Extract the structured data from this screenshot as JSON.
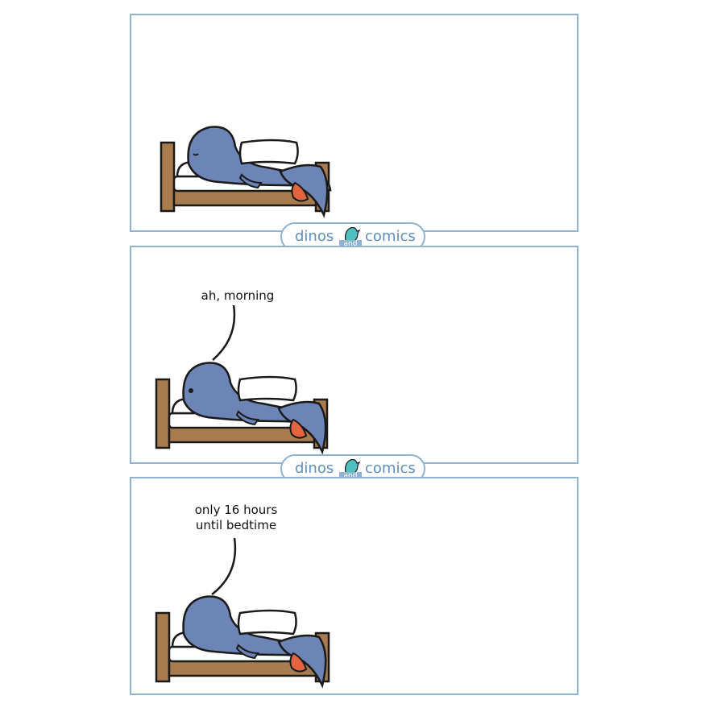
{
  "logo": {
    "left_text": "dinos",
    "middle_text": "and",
    "right_text": "comics"
  },
  "panels": [
    {
      "caption_lines": []
    },
    {
      "caption_lines": [
        "ah, morning"
      ]
    },
    {
      "caption_lines": [
        "only 16 hours",
        "until bedtime"
      ]
    }
  ],
  "colors": {
    "panel_border": "#8fb3d0",
    "dino_body": "#6c84b6",
    "bed_frame": "#a97c50",
    "mattress": "#ffffff",
    "dino_feet": "#e3643e",
    "logo_text": "#5c8fbf"
  }
}
